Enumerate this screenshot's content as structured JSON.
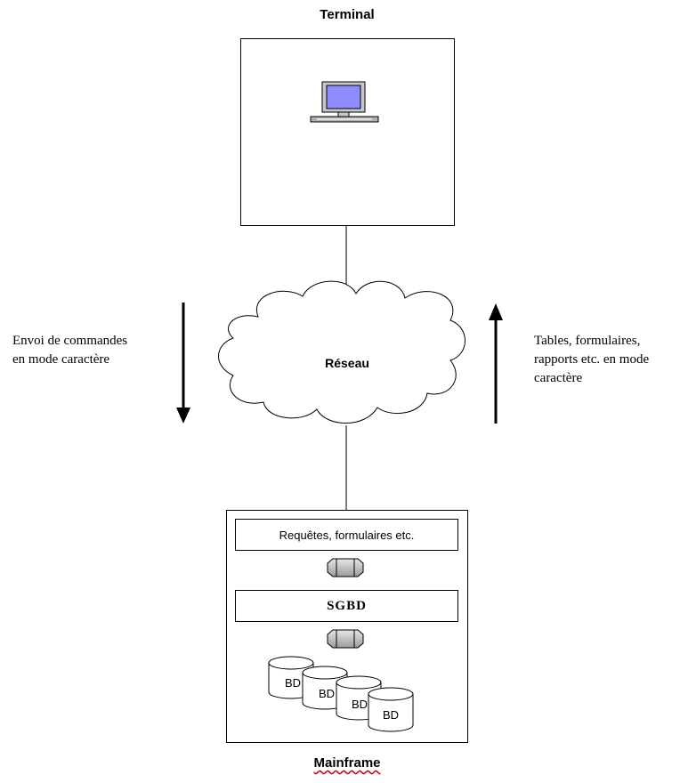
{
  "terminal": {
    "label": "Terminal"
  },
  "network": {
    "label": "Réseau"
  },
  "left_arrow": {
    "line1": "Envoi de commandes",
    "line2": "en mode caractère"
  },
  "right_arrow": {
    "line1": "Tables, formulaires,",
    "line2": "rapports etc. en mode",
    "line3": "caractère"
  },
  "mainframe": {
    "label": "Mainframe",
    "queries_label": "Requêtes, formulaires etc.",
    "dbms_label": "SGBD",
    "databases": [
      "BD",
      "BD",
      "BD",
      "BD"
    ]
  }
}
